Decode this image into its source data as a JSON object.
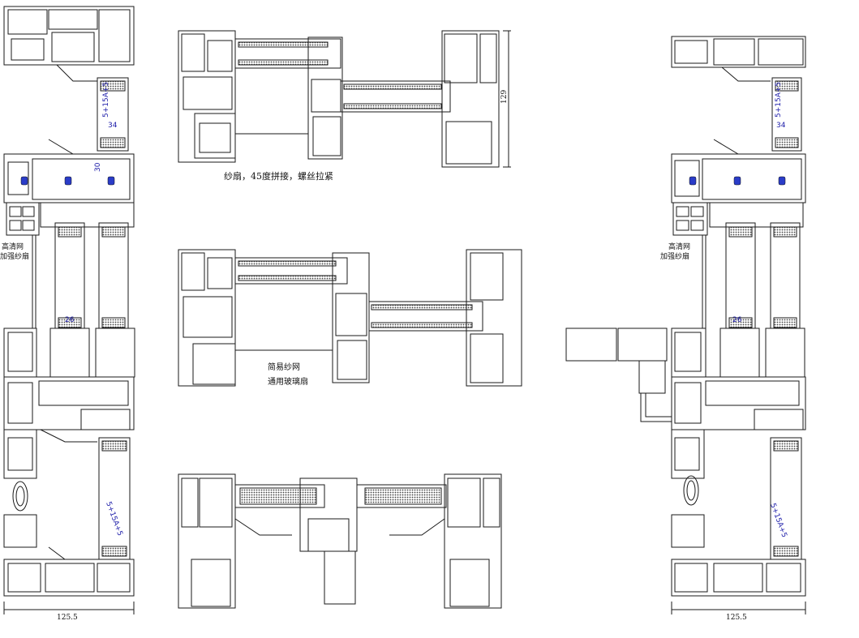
{
  "labels": {
    "screen_sash_note": "纱扇，45度拼接，螺丝拉紧",
    "simple_screen": "简易纱网",
    "universal_glass_sash": "通用玻璃扇",
    "hd_screen": "高清网",
    "reinforced_screen_sash": "加强纱扇"
  },
  "dimensions": {
    "height_129": "129",
    "width_left": "125.5",
    "width_right": "125.5",
    "glass_spec": "5+15A+5",
    "dim_34": "34",
    "dim_26": "26",
    "dim_30": "30"
  },
  "colors": {
    "line": "#1a1a1a",
    "seal": "#2a3cc8",
    "glass_hatch": "#555555"
  }
}
